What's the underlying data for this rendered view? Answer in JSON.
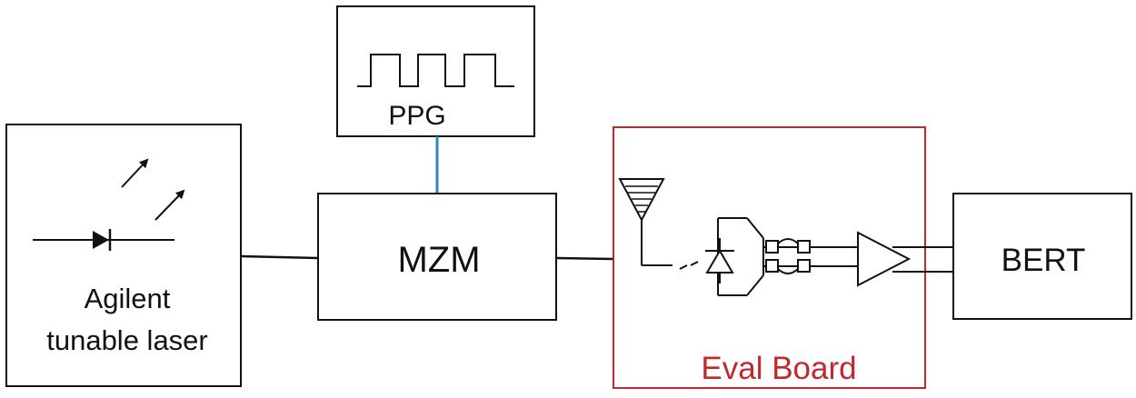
{
  "blocks": {
    "laser": {
      "line1": "Agilent",
      "line2": "tunable laser"
    },
    "ppg": {
      "label": "PPG"
    },
    "mzm": {
      "label": "MZM"
    },
    "eval_board": {
      "label": "Eval Board"
    },
    "bert": {
      "label": "BERT"
    }
  },
  "colors": {
    "line": "#111111",
    "eval_board": "#c0282d",
    "rf_link": "#2e86c1"
  }
}
